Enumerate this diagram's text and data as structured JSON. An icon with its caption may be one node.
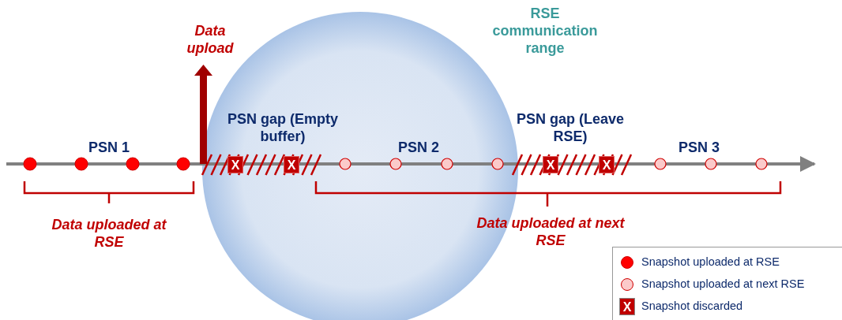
{
  "diagram": {
    "labels": [
      "RSE communication range",
      "Data upload",
      "PSN gap (Empty buffer)",
      "PSN gap (Leave RSE)",
      "PSN 1",
      "PSN 2",
      "PSN 3",
      "X",
      "X",
      "X",
      "X",
      "Data uploaded at RSE",
      "Data uploaded at next RSE",
      "X"
    ],
    "legend": [
      {
        "text": "Snapshot uploaded at RSE",
        "color": "#ff0000"
      },
      {
        "text": "Snapshot uploaded at next RSE",
        "color": "#fbcaca"
      },
      {
        "text": "Snapshot discarded",
        "color": "#c00000"
      }
    ]
  }
}
